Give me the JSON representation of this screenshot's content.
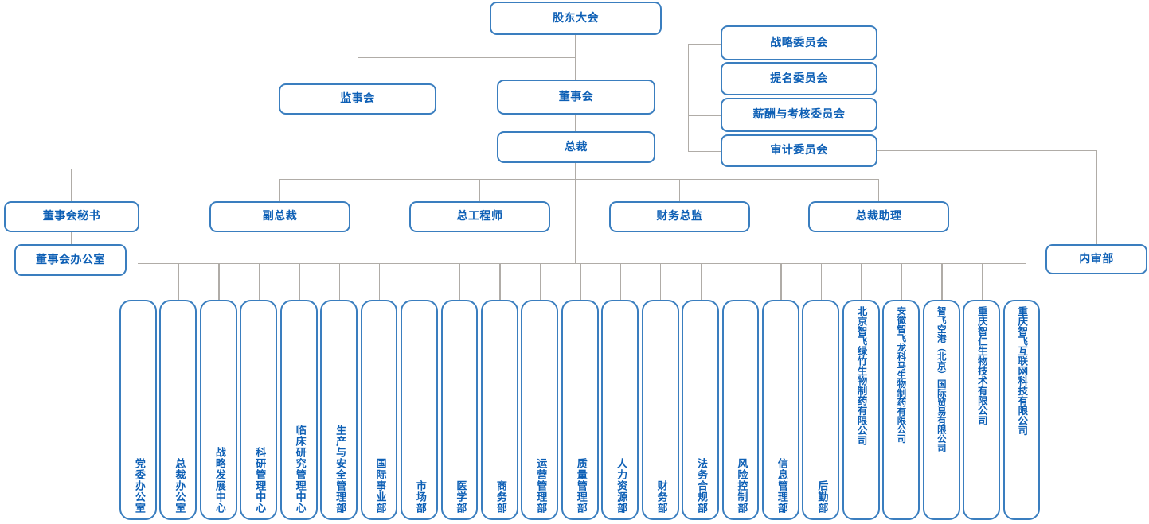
{
  "meta": {
    "title": "公司组织架构图",
    "box_border_color": "#3a7ebf",
    "text_color": "#0d5fb5",
    "line_color": "#b0aca7",
    "background": "#ffffff"
  },
  "governance": {
    "shareholders_meeting": "股东大会",
    "supervisory_board": "监事会",
    "board_of_directors": "董事会",
    "president": "总裁"
  },
  "committees": [
    {
      "label": "战略委员会"
    },
    {
      "label": "提名委员会"
    },
    {
      "label": "薪酬与考核委员会"
    },
    {
      "label": "审计委员会"
    }
  ],
  "board_line": {
    "secretary": "董事会秘书",
    "office": "董事会办公室",
    "internal_audit": "内审部"
  },
  "executives": [
    {
      "label": "副总裁"
    },
    {
      "label": "总工程师"
    },
    {
      "label": "财务总监"
    },
    {
      "label": "总裁助理"
    }
  ],
  "departments": [
    {
      "label": "党委办公室"
    },
    {
      "label": "总裁办公室"
    },
    {
      "label": "战略发展中心"
    },
    {
      "label": "科研管理中心"
    },
    {
      "label": "临床研究管理中心"
    },
    {
      "label": "生产与安全管理部"
    },
    {
      "label": "国际事业部"
    },
    {
      "label": "市场部"
    },
    {
      "label": "医学部"
    },
    {
      "label": "商务部"
    },
    {
      "label": "运营管理部"
    },
    {
      "label": "质量管理部"
    },
    {
      "label": "人力资源部"
    },
    {
      "label": "财务部"
    },
    {
      "label": "法务合规部"
    },
    {
      "label": "风险控制部"
    },
    {
      "label": "信息管理部"
    },
    {
      "label": "后勤部"
    },
    {
      "label": "北京智飞绿竹生物制药有限公司"
    },
    {
      "label": "安徽智飞龙科马生物制药有限公司"
    },
    {
      "label": "智飞空港（北京）国际贸易有限公司"
    },
    {
      "label": "重庆智仁生物技术有限公司"
    },
    {
      "label": "重庆智飞互联网科技有限公司"
    }
  ]
}
